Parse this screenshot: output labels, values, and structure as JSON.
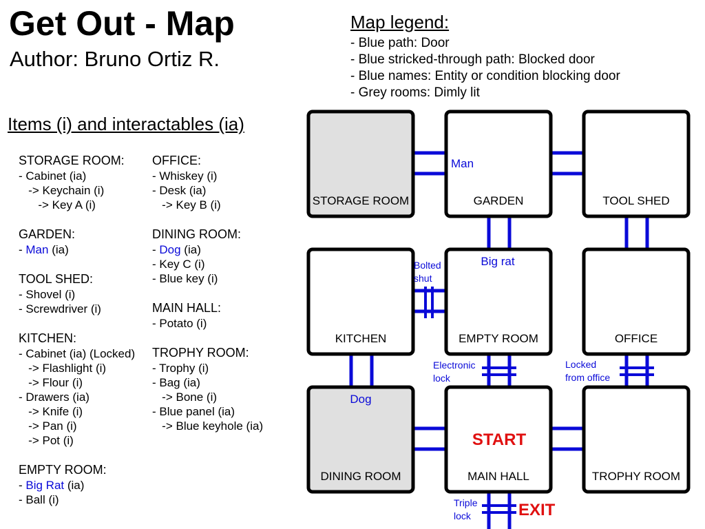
{
  "header": {
    "title": "Get Out - Map",
    "author": "Author: Bruno Ortiz R."
  },
  "legend": {
    "title": "Map legend:",
    "items": [
      "- Blue path: Door",
      "- Blue stricked-through path: Blocked door",
      "- Blue names: Entity or condition blocking door",
      "- Grey rooms: Dimly lit"
    ]
  },
  "items_panel": {
    "title": "Items (i) and interactables (ia)",
    "columns": [
      [
        {
          "heading": "STORAGE ROOM:",
          "lines": [
            {
              "prefix": "- Cabinet (ia)"
            },
            {
              "prefix": "   -> Keychain (i)"
            },
            {
              "prefix": "      -> Key A (i)"
            }
          ]
        },
        {
          "heading": "GARDEN:",
          "lines": [
            {
              "prefix": "- ",
              "blue": "Man",
              "suffix": " (ia)"
            }
          ]
        },
        {
          "heading": "TOOL SHED:",
          "lines": [
            {
              "prefix": "- Shovel (i)"
            },
            {
              "prefix": "- Screwdriver (i)"
            }
          ]
        },
        {
          "heading": "KITCHEN:",
          "lines": [
            {
              "prefix": "- Cabinet (ia) (Locked)"
            },
            {
              "prefix": "   -> Flashlight (i)"
            },
            {
              "prefix": "   -> Flour (i)"
            },
            {
              "prefix": "- Drawers (ia)"
            },
            {
              "prefix": "   -> Knife (i)"
            },
            {
              "prefix": "   -> Pan (i)"
            },
            {
              "prefix": "   -> Pot (i)"
            }
          ]
        },
        {
          "heading": "EMPTY ROOM:",
          "lines": [
            {
              "prefix": "- ",
              "blue": "Big Rat",
              "suffix": " (ia)"
            },
            {
              "prefix": "- Ball (i)"
            }
          ]
        }
      ],
      [
        {
          "heading": "OFFICE:",
          "lines": [
            {
              "prefix": "- Whiskey (i)"
            },
            {
              "prefix": "- Desk (ia)"
            },
            {
              "prefix": "   -> Key B (i)"
            }
          ]
        },
        {
          "heading": "DINING ROOM:",
          "lines": [
            {
              "prefix": "- ",
              "blue": "Dog",
              "suffix": " (ia)"
            },
            {
              "prefix": "- Key C (i)"
            },
            {
              "prefix": "- Blue key (i)"
            }
          ]
        },
        {
          "heading": "MAIN HALL:",
          "lines": [
            {
              "prefix": "- Potato (i)"
            }
          ]
        },
        {
          "heading": "TROPHY ROOM:",
          "lines": [
            {
              "prefix": "- Trophy (i)"
            },
            {
              "prefix": "- Bag (ia)"
            },
            {
              "prefix": "   -> Bone (i)"
            },
            {
              "prefix": "- Blue panel (ia)"
            },
            {
              "prefix": "   -> Blue keyhole (ia)"
            }
          ]
        }
      ]
    ]
  },
  "map": {
    "colors": {
      "wall": "#000000",
      "door": "#0a0ad8",
      "dim_room": "#e0e0e0",
      "start_exit": "#e01010"
    },
    "rooms": [
      {
        "id": "storage-room",
        "label": "STORAGE ROOM",
        "row": 0,
        "col": 0,
        "dim": true
      },
      {
        "id": "garden",
        "label": "GARDEN",
        "row": 0,
        "col": 1,
        "dim": false
      },
      {
        "id": "tool-shed",
        "label": "TOOL SHED",
        "row": 0,
        "col": 2,
        "dim": false
      },
      {
        "id": "kitchen",
        "label": "KITCHEN",
        "row": 1,
        "col": 0,
        "dim": false
      },
      {
        "id": "empty-room",
        "label": "EMPTY ROOM",
        "row": 1,
        "col": 1,
        "dim": false
      },
      {
        "id": "office",
        "label": "OFFICE",
        "row": 1,
        "col": 2,
        "dim": false
      },
      {
        "id": "dining-room",
        "label": "DINING ROOM",
        "row": 2,
        "col": 0,
        "dim": true
      },
      {
        "id": "main-hall",
        "label": "MAIN HALL",
        "row": 2,
        "col": 1,
        "dim": false
      },
      {
        "id": "trophy-room",
        "label": "TROPHY ROOM",
        "row": 2,
        "col": 2,
        "dim": false
      }
    ],
    "start_label": "START",
    "exit_label": "EXIT",
    "door_notes": {
      "man": "Man",
      "big_rat": "Big rat",
      "bolted": [
        "Bolted",
        "shut"
      ],
      "dog": "Dog",
      "electronic": [
        "Electronic",
        "lock"
      ],
      "locked_office": [
        "Locked",
        "from office"
      ],
      "triple": [
        "Triple",
        "lock"
      ]
    }
  }
}
